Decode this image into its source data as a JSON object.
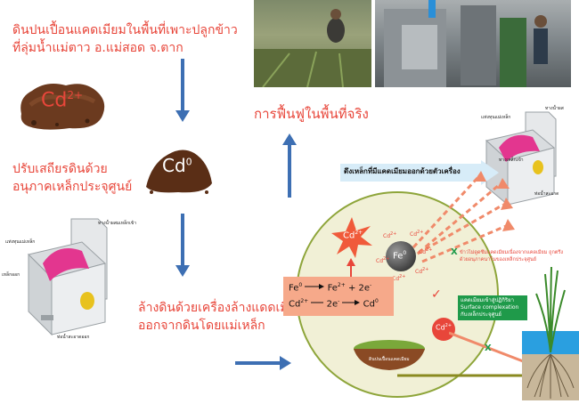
{
  "text": {
    "step1_line1": "ดินปนเปื้อนแคดเมียมในพื้นที่เพาะปลูกข้าว",
    "step1_line2": "ที่ลุ่มน้ำแม่ตาว อ.แม่สอด จ.ตาก",
    "cd_ion": "Cd",
    "cd_ion_sup": "2+",
    "cd_zero": "Cd",
    "cd_zero_sup": "0",
    "step2_line1": "ปรับเสถียรดินด้วย",
    "step2_line2": "อนุภาคเหล็กประจุศูนย์",
    "restore": "การฟื้นฟูในพื้นที่จริง",
    "step3_line1": "ล้างดินด้วยเครื่องล้างแดดเมียม",
    "step3_line2": "ออกจากดินโดยแม่เหล็ก",
    "capture_label": "ดึงเหล็กที่มีแคดเมียมออกด้วยตัวเครื่อง",
    "machine_left_top": "ทางน้ำผสมเหล็กเข้า",
    "machine_left_magnet": "แท่งทุนแม่เหล็ก",
    "machine_left_out": "เหล็กออก",
    "machine_left_bottom": "ท่อน้ำสะอาดออก",
    "machine_right_magnet": "แท่งทุนแม่เหล็ก",
    "machine_right_top": "ทางน้ำผส",
    "machine_right_in": "ทางเหล็กเข้า",
    "machine_right_out": "ท่อน้ำสะอาด",
    "fe0": "Fe",
    "fe0_sup": "0",
    "cd_star": "Cd",
    "cd_star_sup": "2+",
    "cd_bubble": "Cd",
    "cd_bubble_sup": "2+",
    "cd_small": "Cd",
    "cd_small_sup": "2+",
    "rxn1_a": "Fe",
    "rxn1_a_sup": "0",
    "rxn1_b": "Fe",
    "rxn1_b_sup": "2+",
    "rxn1_c": "+ 2e",
    "rxn1_c_sup": "-",
    "rxn2_a": "Cd",
    "rxn2_a_sup": "2+",
    "rxn2_b": "2e",
    "rxn2_b_sup": "-",
    "rxn2_c": "Cd",
    "rxn2_c_sup": "0",
    "x_note": "ข้าวไม่ดูดซึมแคดเมียมเนื่องจากแคดเมียม ถูกตรึงด้วยอนุภาคนาโนของเหล็กประจุศูนย์",
    "green_line1": "แคดเมียมเข้าสู่ปฏิกิริยา",
    "green_line2": "Surface complexation",
    "green_line3": "กับเหล็กประจุศูนย์",
    "soil_label": "ดินปนเปื้อนแคดเมียม",
    "check_mark": "✓",
    "x_mark": "X"
  },
  "colors": {
    "accent_red": "#e8463a",
    "arrow_blue": "#3d6fb3",
    "ellipse_fill": "#f1f0d6",
    "ellipse_stroke": "#8ea53a",
    "reaction_box": "#f6a98a",
    "green_box": "#1f9a4a",
    "magnet_pink": "#e3368f",
    "gear_yellow": "#e8c21e"
  }
}
